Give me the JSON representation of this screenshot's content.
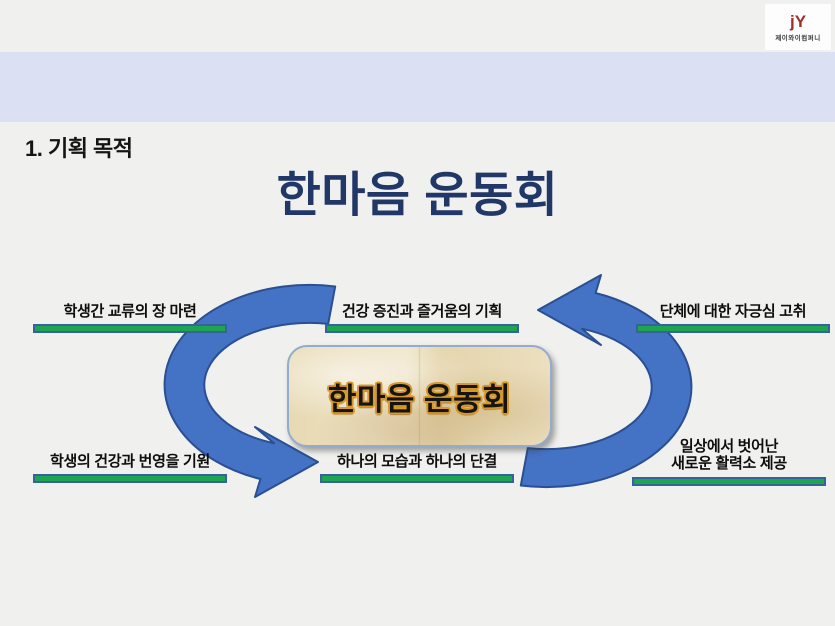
{
  "page": {
    "background_color": "#f0f1ef",
    "band_color": "#dbe1f3"
  },
  "logo": {
    "mark": "jY",
    "company_name": "제이와이컴퍼니",
    "mark_color": "#a32e28"
  },
  "header": {
    "section_title": "1. 기획 목적",
    "main_title": "한마음 운동회",
    "main_title_color": "#203768"
  },
  "diagram": {
    "center_label": "한마음 운동회",
    "center_box_border": "#93abcd",
    "center_box_fill": "#e9dcb6",
    "center_text_outline": "#d6992b",
    "arrow_fill": "#4472c4",
    "arrow_stroke": "#2a4f92",
    "underline_fill": "#1ea552",
    "underline_border": "#37629c",
    "nodes": [
      {
        "id": "top-left",
        "label": "학생간 교류의 장 마련"
      },
      {
        "id": "top-center",
        "label": "건강 증진과 즐거움의 기획"
      },
      {
        "id": "top-right",
        "label": "단체에 대한 자긍심 고취"
      },
      {
        "id": "bottom-left",
        "label": "학생의 건강과 번영을 기원"
      },
      {
        "id": "bottom-center",
        "label": "하나의 모습과 하나의 단결"
      },
      {
        "id": "bottom-right",
        "label": "일상에서 벗어난\n새로운 활력소 제공"
      }
    ]
  }
}
